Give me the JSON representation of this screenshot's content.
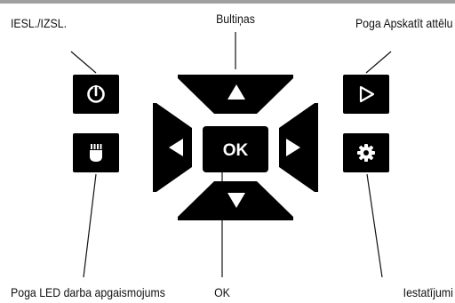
{
  "labels": {
    "power": "IESL./IZSL.",
    "arrows": "Bultiņas",
    "view_images": "Poga Apskatīt attēlu",
    "led": "Poga LED darba apgaismojums",
    "ok_label": "OK",
    "settings": "Iestatījumi"
  },
  "ok_button_text": "OK",
  "icons": {
    "power": "power-icon",
    "led": "led-light-icon",
    "play": "play-icon",
    "settings": "gear-icon",
    "arrows": [
      "arrow-up-icon",
      "arrow-down-icon",
      "arrow-left-icon",
      "arrow-right-icon"
    ]
  },
  "colors": {
    "buttons": "#000000",
    "icons": "#ffffff",
    "lines": "#111111",
    "top_bar": "#a0a0a0"
  }
}
